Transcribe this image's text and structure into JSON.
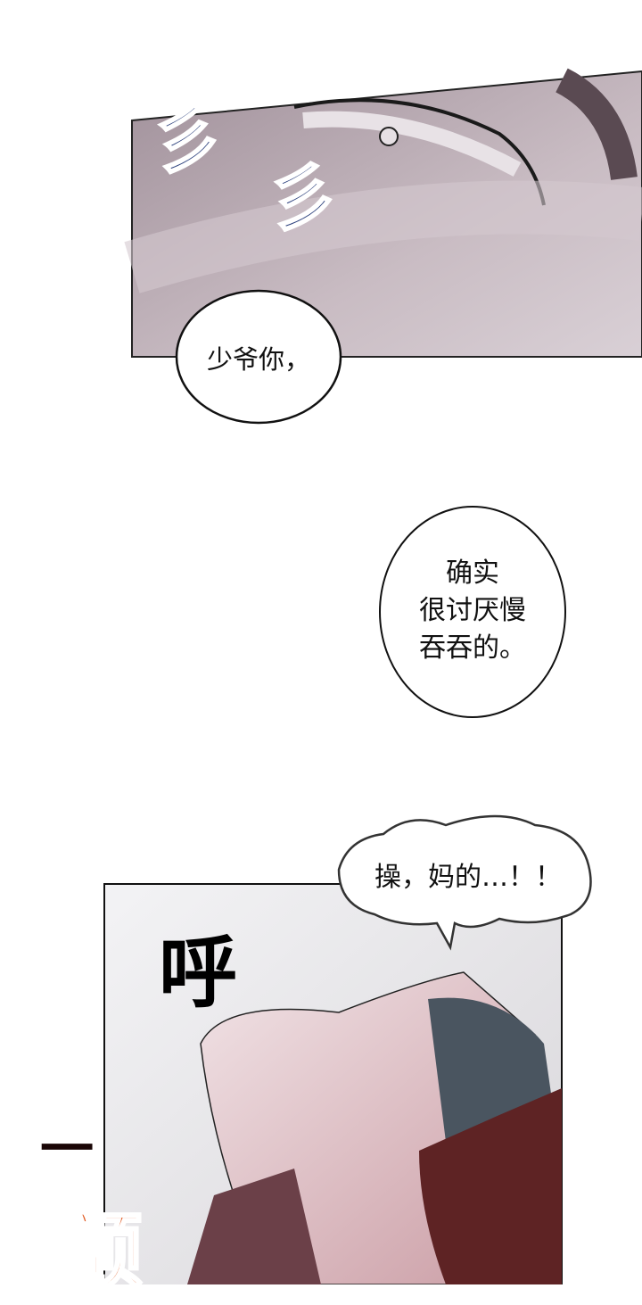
{
  "panels": [
    {
      "bubble_text": "少爷你，",
      "sfx": [
        "彡",
        "彡"
      ]
    },
    {
      "bubble_text": [
        "确实",
        "很讨厌慢",
        "吞吞的。"
      ]
    },
    {
      "bubble_text": "操，妈的…！！",
      "sfx": [
        "呼",
        "一",
        "颤"
      ]
    }
  ],
  "colors": {
    "panel1_skin": "#a8979f",
    "shirt": "#5e2324",
    "hair": "#4a5560",
    "sfx_blue": "#2a3f7c",
    "sfx_orange": "#e0561c"
  }
}
